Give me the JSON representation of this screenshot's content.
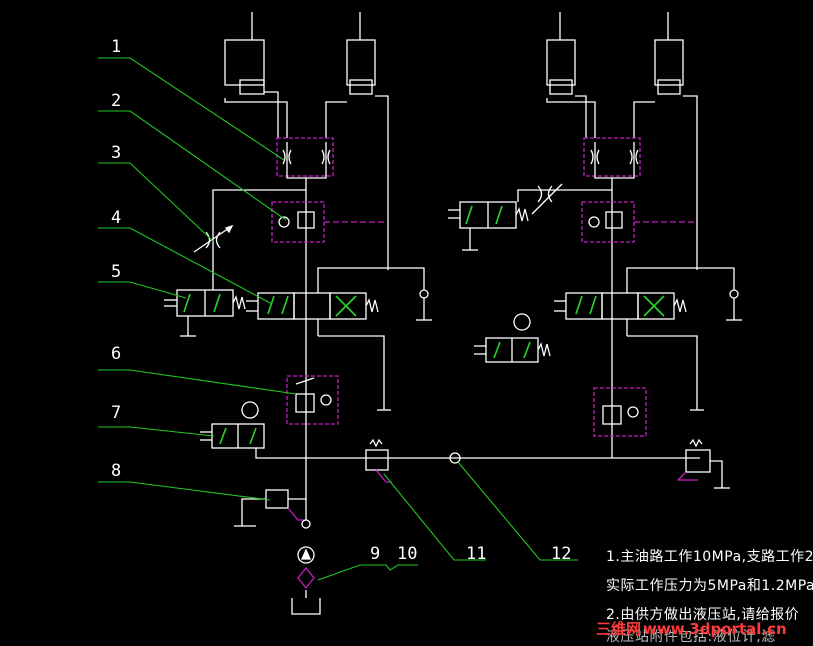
{
  "part_labels": {
    "p1": "1",
    "p2": "2",
    "p3": "3",
    "p4": "4",
    "p5": "5",
    "p6": "6",
    "p7": "7",
    "p8": "8",
    "p9": "9",
    "p10": "10",
    "p11": "11",
    "p12": "12"
  },
  "notes": {
    "line1": "1.主油路工作10MPa,支路工作2",
    "line2": "实际工作压力为5MPa和1.2MPa)",
    "line3": "2.由供方做出液压站,请给报价",
    "line4": "  液压站附件包括:液位计,滤"
  },
  "watermark": {
    "brand": "三维网",
    "url": "www.3dportal.cn"
  },
  "colors": {
    "line": "#ffffff",
    "leader": "#22c722",
    "boundary": "#c21ec2",
    "arrow": "#2ad42a"
  }
}
